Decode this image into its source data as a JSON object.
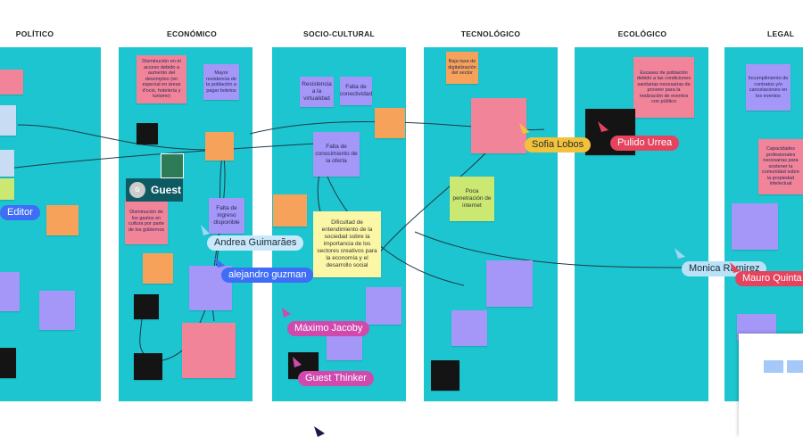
{
  "headers": [
    "POLÍTICO",
    "ECONÓMICO",
    "SOCIO-CULTURAL",
    "TECNOLÓGICO",
    "ECOLÓGICO",
    "LEGAL"
  ],
  "colors": {
    "column": "#1cc5cf",
    "purple": "#a497f8",
    "pink": "#f2849a",
    "orange": "#f7a25a",
    "yellow": "#fbf7a6",
    "green": "#cbe872"
  },
  "notes": {
    "eco_pink": "Disminución en el acceso debido a aumento del desempleo (en especial en áreas d'ocio, hotelería y turismo)",
    "eco_purple": "Mayor resistencia de la población a pagar boletos",
    "eco_pink2": "Disminución de los gastos en cultura por parte de los gobiernos",
    "eco_purple_ingreso": "Falta de ingreso disponible",
    "soc_purple_sin_vis": "Resistencia a la virtualidad",
    "soc_purple_conect": "Falta de conectividad",
    "soc_conoc": "Falta de conocimiento de la oferta",
    "soc_yellow": "Dificultad de entendimiento de la sociedad sobre la importancia de los sectores creativos para la economía y el desarrollo social",
    "tec_green": "Poca penetración de internet",
    "tec_orange": "Baja tasa de digitalización del sector",
    "eco_pink_red": "Escasez de población debido a las condiciones sanitarias necesarias de proveer para la realización de eventos con público",
    "legal_purple": "Incumplimiento de contratos y/o cancelaciones en los eventos",
    "legal_pink": "Capacidades profesionales necesarias para sostener la comunidad sobre la propiedad intelectual"
  },
  "cursors": {
    "editor": "Editor",
    "guest": "Guest",
    "guest_avatar": "G",
    "andrea": "Andrea Guimarães",
    "alejandro": "alejandro guzman",
    "maximo": "Máximo Jacoby",
    "guest_thinker": "Guest Thinker",
    "sofia": "Sofia Lobos",
    "pulido": "Pulido Urrea",
    "monica": "Monica Ramirez",
    "mauro": "Mauro Quinta"
  }
}
